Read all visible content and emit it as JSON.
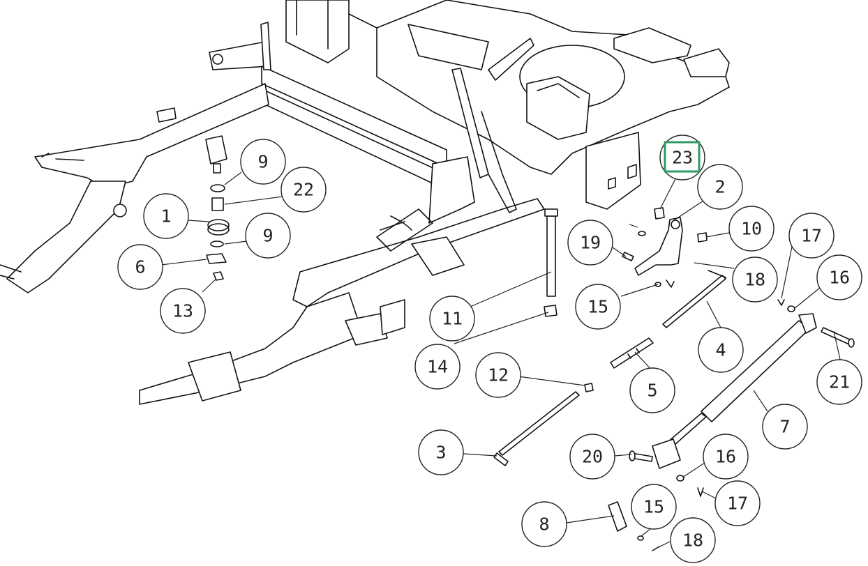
{
  "diagram": {
    "callouts": [
      {
        "id": "c1",
        "label": "1"
      },
      {
        "id": "c2",
        "label": "2"
      },
      {
        "id": "c3",
        "label": "3"
      },
      {
        "id": "c4",
        "label": "4"
      },
      {
        "id": "c5",
        "label": "5"
      },
      {
        "id": "c6",
        "label": "6"
      },
      {
        "id": "c7",
        "label": "7"
      },
      {
        "id": "c8",
        "label": "8"
      },
      {
        "id": "c9a",
        "label": "9"
      },
      {
        "id": "c9b",
        "label": "9"
      },
      {
        "id": "c10",
        "label": "10"
      },
      {
        "id": "c11",
        "label": "11"
      },
      {
        "id": "c12",
        "label": "12"
      },
      {
        "id": "c13",
        "label": "13"
      },
      {
        "id": "c14",
        "label": "14"
      },
      {
        "id": "c15a",
        "label": "15"
      },
      {
        "id": "c15b",
        "label": "15"
      },
      {
        "id": "c16a",
        "label": "16"
      },
      {
        "id": "c16b",
        "label": "16"
      },
      {
        "id": "c17a",
        "label": "17"
      },
      {
        "id": "c17b",
        "label": "17"
      },
      {
        "id": "c18a",
        "label": "18"
      },
      {
        "id": "c18b",
        "label": "18"
      },
      {
        "id": "c19",
        "label": "19"
      },
      {
        "id": "c20",
        "label": "20"
      },
      {
        "id": "c21",
        "label": "21"
      },
      {
        "id": "c22",
        "label": "22"
      },
      {
        "id": "c23",
        "label": "23"
      }
    ],
    "highlight": {
      "label": "23",
      "color": "#2e9a64"
    }
  }
}
